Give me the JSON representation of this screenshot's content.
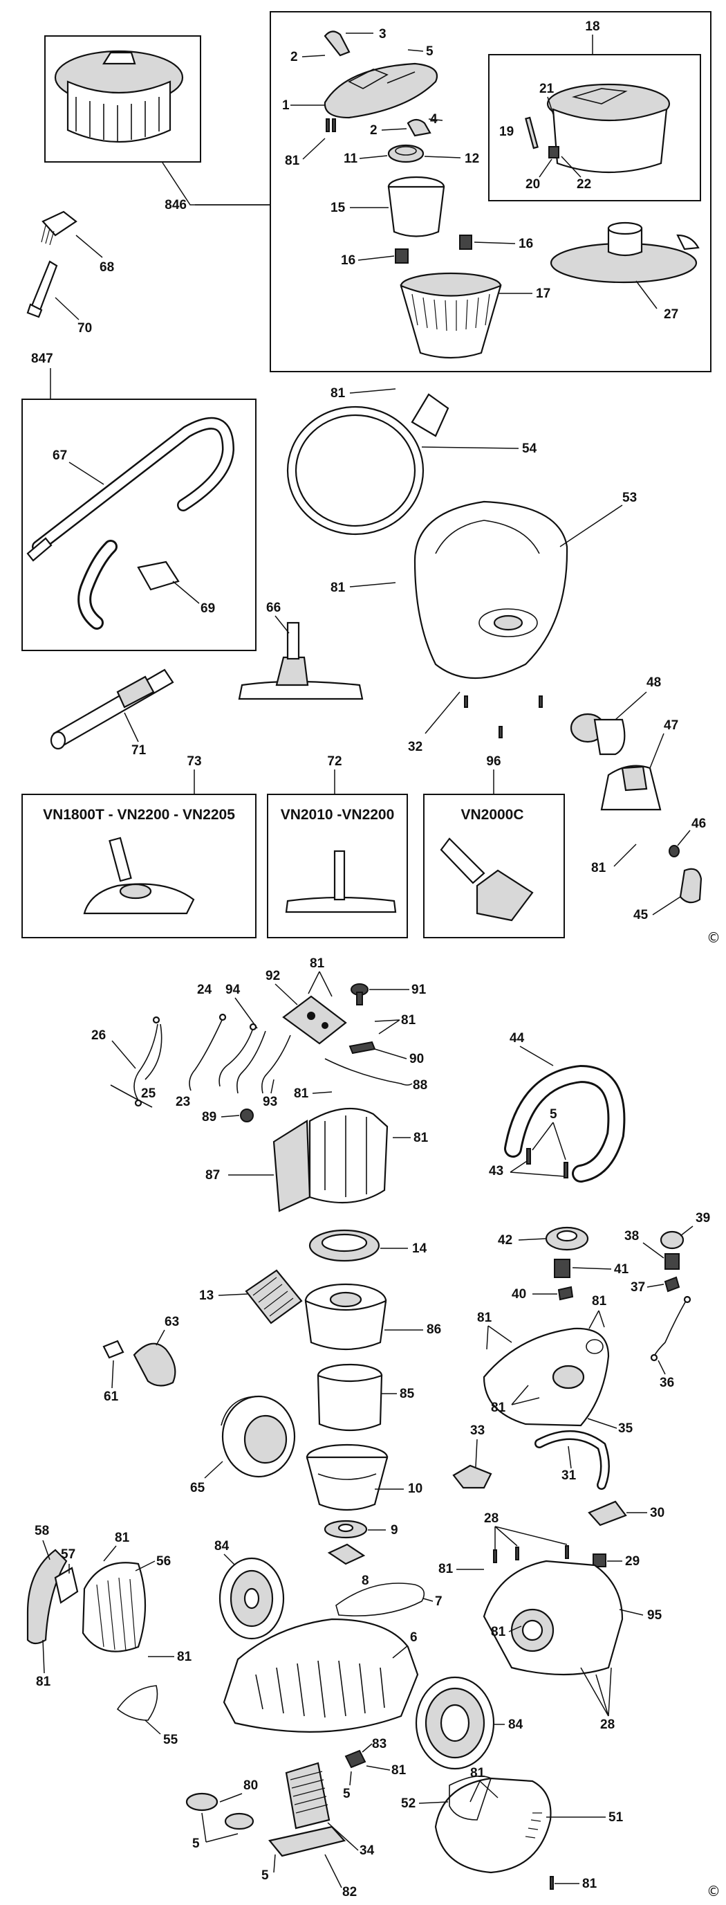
{
  "callouts": {
    "c1": "1",
    "c2a": "2",
    "c2b": "2",
    "c3": "3",
    "c4": "4",
    "c5a": "5",
    "c81a": "81",
    "c11": "11",
    "c12": "12",
    "c15": "15",
    "c16a": "16",
    "c16b": "16",
    "c17": "17",
    "c18": "18",
    "c19": "19",
    "c20": "20",
    "c21": "21",
    "c22": "22",
    "c27": "27",
    "c846": "846",
    "c68": "68",
    "c70": "70",
    "c847": "847",
    "c67": "67",
    "c69": "69",
    "c81b": "81",
    "c54": "54",
    "c53": "53",
    "c81c": "81",
    "c66": "66",
    "c71": "71",
    "c32": "32",
    "c96": "96",
    "c48": "48",
    "c47": "47",
    "c46": "46",
    "c81d": "81",
    "c45": "45",
    "c73": "73",
    "c72": "72",
    "c92": "92",
    "c81e": "81",
    "c91": "91",
    "c24": "24",
    "c94": "94",
    "c81f": "81",
    "c26": "26",
    "c90": "90",
    "c25": "25",
    "c23": "23",
    "c93": "93",
    "c88": "88",
    "c81g": "81",
    "c81h": "81",
    "c89": "89",
    "c87": "87",
    "c44": "44",
    "c5b": "5",
    "c43": "43",
    "c14": "14",
    "c42": "42",
    "c41": "41",
    "c39": "39",
    "c38": "38",
    "c37": "37",
    "c40": "40",
    "c13": "13",
    "c86": "86",
    "c81i": "81",
    "c81j": "81",
    "c63": "63",
    "c61": "61",
    "c36": "36",
    "c81k": "81",
    "c85": "85",
    "c35": "35",
    "c33": "33",
    "c65": "65",
    "c10": "10",
    "c31": "31",
    "c30": "30",
    "c9": "9",
    "c28a": "28",
    "c58": "58",
    "c57": "57",
    "c81l": "81",
    "c56": "56",
    "c84a": "84",
    "c8": "8",
    "c29": "29",
    "c81m": "81",
    "c7": "7",
    "c95": "95",
    "c81n": "81",
    "c81o": "81",
    "c81p": "81",
    "c6": "6",
    "c55": "55",
    "c84b": "84",
    "c28b": "28",
    "c83": "83",
    "c81q": "81",
    "c80": "80",
    "c5c": "5",
    "c81r": "81",
    "c52": "52",
    "c51": "51",
    "c5d": "5",
    "c34": "34",
    "c5e": "5",
    "c81s": "81",
    "c82": "82"
  },
  "variants": {
    "vn1800t": "VN1800T - VN2200 - VN2205",
    "vn2010": "VN2010 -VN2200",
    "vn2000c": "VN2000C"
  },
  "copyright": {
    "top": "©",
    "bottom": "©"
  }
}
